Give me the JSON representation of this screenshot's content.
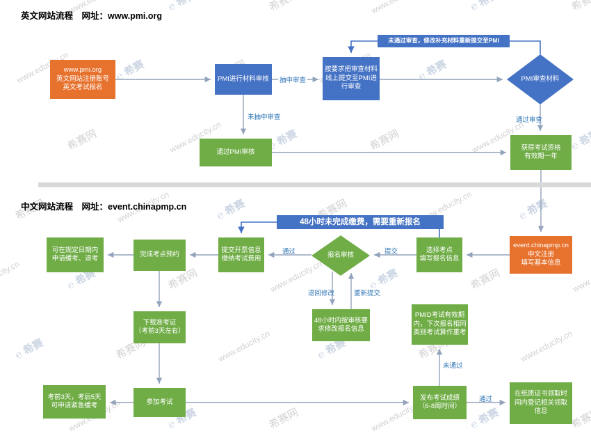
{
  "titles": {
    "en": "英文网站流程　网址：www.pmi.org",
    "cn": "中文网站流程　网址：event.chinapmp.cn"
  },
  "nodes": {
    "pmi_site": "www.pmi.org\n英文网站注册账号\n英文考试报名",
    "pmi_review": "PMI进行材料审核",
    "submit_review": "按要求把审查材料\n线上提交至PMI进\n行审查",
    "resubmit_note": "未通过审查，修改补充材料重新提交至PMI",
    "review_diamond": "PMI审查材料",
    "pass_pmi": "通过PMI审核",
    "qualify": "获得考试资格\n有效期一年",
    "repay_banner": "48小时未完成缴费，需要重新报名",
    "cn_site": "event.chinapmp.cn\n中文注册\n填写基本信息",
    "choose_site": "选择考点\n填写报名信息",
    "audit_diamond": "报名审核",
    "invoice": "提交开票信息\n缴纳考试费用",
    "appointment": "完成考点预约",
    "defer": "可在规定日期内\n申请缓考、退考",
    "modify48": "48小时内按审核要\n求修改报名信息",
    "pmid": "PMID考试有效期\n内，下次报名相同\n类别考试算作重考",
    "admission": "下载准考证\n（考前3天左右）",
    "exam": "参加考试",
    "urgent": "考前3天，考后5天\n可申请紧急缓考",
    "results": "发布考试成绩\n（6-8周时间）",
    "certificate": "在纸质证书领取时\n间内登记相关领取\n信息"
  },
  "edge_labels": {
    "picked": "抽中审查",
    "not_picked": "未抽中审查",
    "review_pass": "通过审查",
    "submit": "提交",
    "pass": "通过",
    "return_modify": "退回修改",
    "resubmit": "重新提交",
    "fail": "未通过",
    "result_pass": "通过"
  },
  "watermarks": [
    "希赛网",
    "www.educity.cn",
    "℮ 希赛"
  ],
  "colors": {
    "orange": "#E7722E",
    "blue": "#4472C4",
    "green": "#70AD47",
    "connector_gray": "#93A3BB",
    "connector_blue": "#4472C4",
    "edge_label_blue": "#2E75B6",
    "divider_gray": "#D9D9D9",
    "watermark_gray": "#CBCBCB",
    "watermark_blue": "#C4CFDF"
  }
}
